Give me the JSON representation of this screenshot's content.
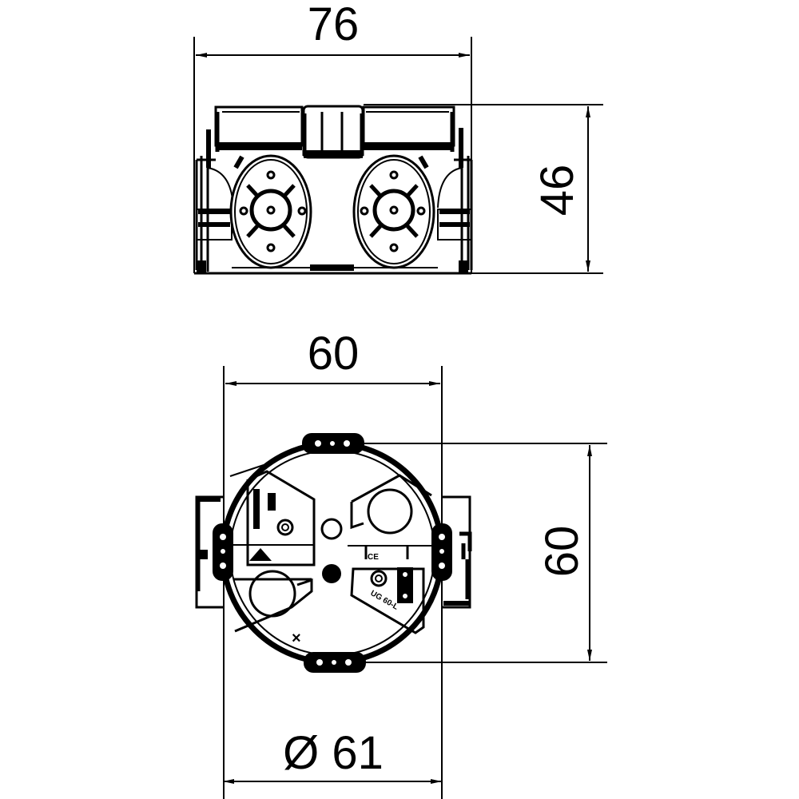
{
  "drawing": {
    "type": "technical-dimension-drawing",
    "subject": "flush-mounted device box",
    "colors": {
      "line": "#000000",
      "background": "#ffffff"
    }
  },
  "top_view": {
    "name": "side elevation",
    "dimensions": {
      "width": {
        "value": "76",
        "unit": "mm"
      },
      "height": {
        "value": "46",
        "unit": "mm"
      }
    }
  },
  "bottom_view": {
    "name": "plan view",
    "dimensions": {
      "width": {
        "value": "60",
        "unit": "mm"
      },
      "height": {
        "value": "60",
        "unit": "mm"
      },
      "diameter": {
        "value": "Ø 61",
        "unit": "mm"
      }
    },
    "markings": {
      "ce_mark": "CE",
      "model": "UG 60-L",
      "cross_mark": "×"
    }
  }
}
